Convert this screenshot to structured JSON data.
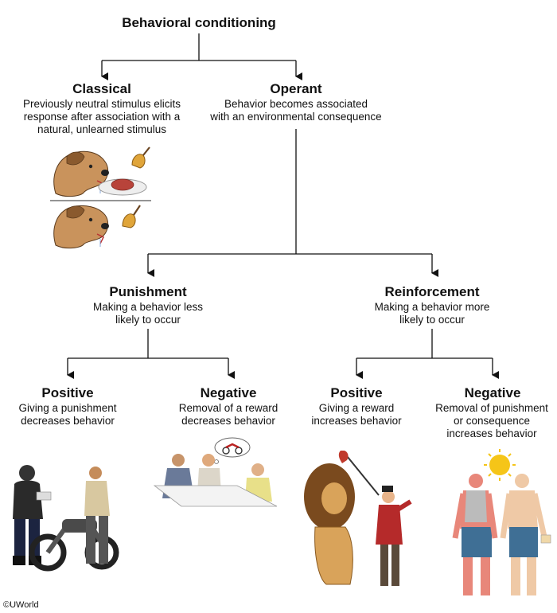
{
  "root": {
    "title": "Behavioral conditioning"
  },
  "classical": {
    "title": "Classical",
    "description": "Previously neutral stimulus elicits\nresponse after association with a\nnatural, unlearned stimulus"
  },
  "operant": {
    "title": "Operant",
    "description": "Behavior becomes associated\nwith an environmental consequence"
  },
  "punishment": {
    "title": "Punishment",
    "description": "Making a behavior less\nlikely to occur",
    "positive": {
      "title": "Positive",
      "description": "Giving a punishment\ndecreases behavior"
    },
    "negative": {
      "title": "Negative",
      "description": "Removal of a reward\ndecreases behavior"
    }
  },
  "reinforcement": {
    "title": "Reinforcement",
    "description": "Making a behavior more\nlikely to occur",
    "positive": {
      "title": "Positive",
      "description": "Giving a reward\nincreases behavior"
    },
    "negative": {
      "title": "Negative",
      "description": "Removal of punishment\nor consequence\nincreases behavior"
    }
  },
  "credit": "©UWorld",
  "colors": {
    "line": "#111111",
    "sun": "#f5c518",
    "sunburn": "#e8877a",
    "shorts": "#3f6f95"
  }
}
